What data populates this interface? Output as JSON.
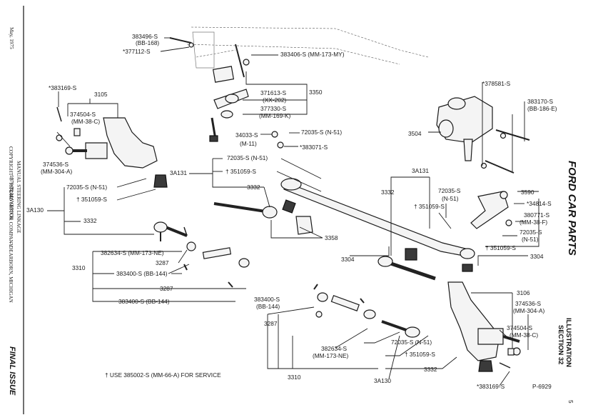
{
  "sidebar_left": {
    "date": "May, 1975",
    "copyright": "COPYRIGHT © 1975 —",
    "company": "FORD MOTOR COMPANY",
    "location": "— DEARBORN, MICHIGAN",
    "title_line1": "MANUAL STEERING LINKAGE",
    "title_line2": "1970/72 MAVERICK",
    "final_issue": "FINAL ISSUE"
  },
  "sidebar_right": {
    "ford": "FORD CAR PARTS",
    "illustration": "ILLUSTRATION",
    "section": "SECTION 32",
    "page_no": "5"
  },
  "footnote": "† USE 385002-S (MM-66-A) FOR SERVICE",
  "figure_no": "P-6929",
  "callouts": {
    "c01": "383496-S",
    "c02": "(BB-168)",
    "c03": "*377112-S",
    "c04": "383406-S (MM-173-MY)",
    "c05": "*383169-S",
    "c06": "3105",
    "c07": "374504-S",
    "c08": "(MM-38-C)",
    "c09": "374536-S",
    "c10": "(MM-304-A)",
    "c11": "3350",
    "c12": "371613-S",
    "c13": "(XX-202)",
    "c14": "377330-S",
    "c15": "(MM-169-K)",
    "c16": "34033-S",
    "c17": "(M-11)",
    "c18": "72035-S (N-51)",
    "c19": "*383071-S",
    "c20": "72035-S (N-51)",
    "c21": "† 351059-S",
    "c22": "3A131",
    "c23": "72035-S (N-51)",
    "c24": "† 351059-S",
    "c25": "3A130",
    "c26": "3332",
    "c27": "3332",
    "c28": "*378581-S",
    "c29": "383170-S",
    "c30": "(BB-186-E)",
    "c31": "3504",
    "c32": "3A131",
    "c33": "3332",
    "c34": "72035-S",
    "c35": "(N-51)",
    "c36": "† 351059-S",
    "c37": "3590",
    "c38": "*34814-S",
    "c39": "380771-S",
    "c40": "(MM-38-F)",
    "c41": "72035-S",
    "c42": "(N-51)",
    "c43": "† 351059-S",
    "c44": "3358",
    "c45": "3304",
    "c46": "3304",
    "c47": "382634-S (MM-173-NE)",
    "c48": "3287",
    "c49": "3310",
    "c50": "383400-S (BB-144)",
    "c51": "3287",
    "c52": "383400-S (BB-144)",
    "c53": "383400-S",
    "c54": "(BB-144)",
    "c55": "3287",
    "c56": "382634-S",
    "c57": "(MM-173-NE)",
    "c58": "3310",
    "c59": "72035-S (N-51)",
    "c60": "† 351059-S",
    "c61": "3332",
    "c62": "3A130",
    "c63": "3106",
    "c64": "374536-S",
    "c65": "(MM-304-A)",
    "c66": "374504-S",
    "c67": "(MM-38-C)",
    "c68": "*383169-S"
  }
}
